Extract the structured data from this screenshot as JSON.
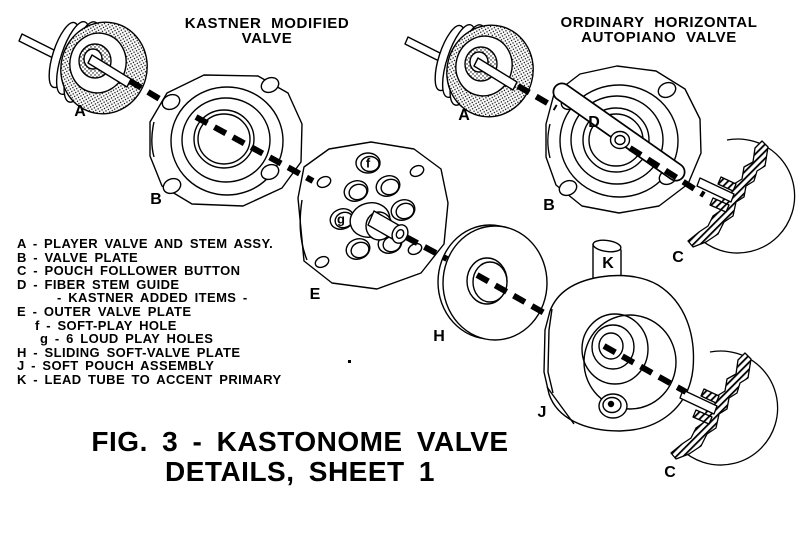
{
  "canvas": {
    "background": "#ffffff",
    "ink": "#000000"
  },
  "left_diagram": {
    "title": {
      "line1": "KASTNER MODIFIED",
      "line2": "VALVE"
    },
    "labels": {
      "a": "A",
      "b": "B",
      "e": "E",
      "f": "f",
      "g": "g",
      "h": "H",
      "j": "J",
      "k": "K",
      "c": "C"
    }
  },
  "right_diagram": {
    "title": {
      "line1": "ORDINARY HORIZONTAL",
      "line2": "AUTOPIANO VALVE"
    },
    "labels": {
      "a": "A",
      "d": "D",
      "b": "B",
      "c": "C"
    }
  },
  "legend": {
    "lines": [
      "A - PLAYER VALVE AND STEM ASSY.",
      "B - VALVE PLATE",
      "C - POUCH FOLLOWER BUTTON",
      "D - FIBER STEM GUIDE",
      "- KASTNER ADDED ITEMS -",
      "E - OUTER VALVE PLATE",
      "f - SOFT-PLAY HOLE",
      "g - 6 LOUD PLAY HOLES",
      "H - SLIDING SOFT-VALVE PLATE",
      "J - SOFT POUCH ASSEMBLY",
      "K - LEAD TUBE TO ACCENT PRIMARY"
    ]
  },
  "caption": {
    "line1": "FIG. 3 - KASTONOME VALVE",
    "line2": "DETAILS, SHEET 1"
  }
}
